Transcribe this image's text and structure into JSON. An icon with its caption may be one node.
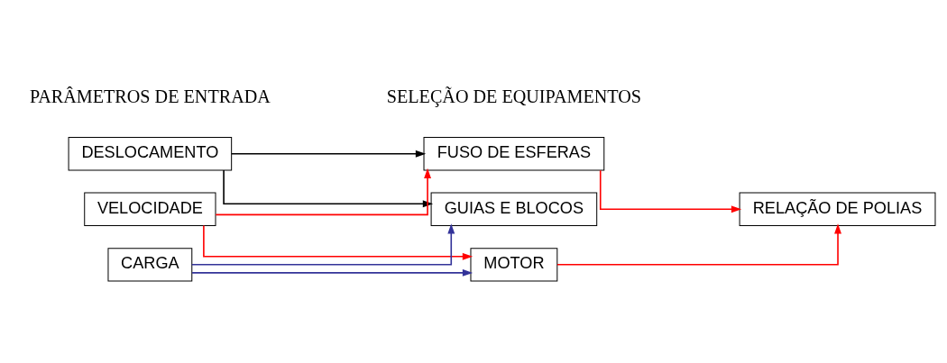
{
  "diagram": {
    "nodes": [
      {
        "text": [
          "DESLOCAMENTO"
        ]
      },
      {
        "text": [
          "VELOCIDADE"
        ]
      },
      {
        "text": [
          "CARGA"
        ]
      },
      {
        "text": [
          "FUSO DE ESFERAS"
        ]
      },
      {
        "text": [
          "GUIAS E BLOCOS"
        ]
      },
      {
        "text": [
          "MOTOR"
        ]
      },
      {
        "text": [
          "RELAÇÃO DE POLIAS"
        ]
      }
    ],
    "edges": [
      {
        "from": 0,
        "to": 3,
        "arrow": "to",
        "color": "#000000"
      },
      {
        "from": 0,
        "to": 4,
        "arrow": "to",
        "color": "#000000"
      },
      {
        "from": 1,
        "to": 3,
        "arrow": "to"
      },
      {
        "from": 1,
        "to": 5,
        "arrow": "to"
      },
      {
        "from": 2,
        "to": 4,
        "arrow": "to",
        "color": "#333399"
      },
      {
        "from": 2,
        "to": 5,
        "arrow": "to",
        "color": "#333399"
      },
      {
        "from": 3,
        "to": 6,
        "arrow": "to"
      },
      {
        "from": 5,
        "to": 6,
        "arrow": "to"
      }
    ],
    "labels": [
      "PARÂMETROS DE ENTRADA",
      "SELEÇÃO DE EQUIPAMENTOS"
    ]
  }
}
